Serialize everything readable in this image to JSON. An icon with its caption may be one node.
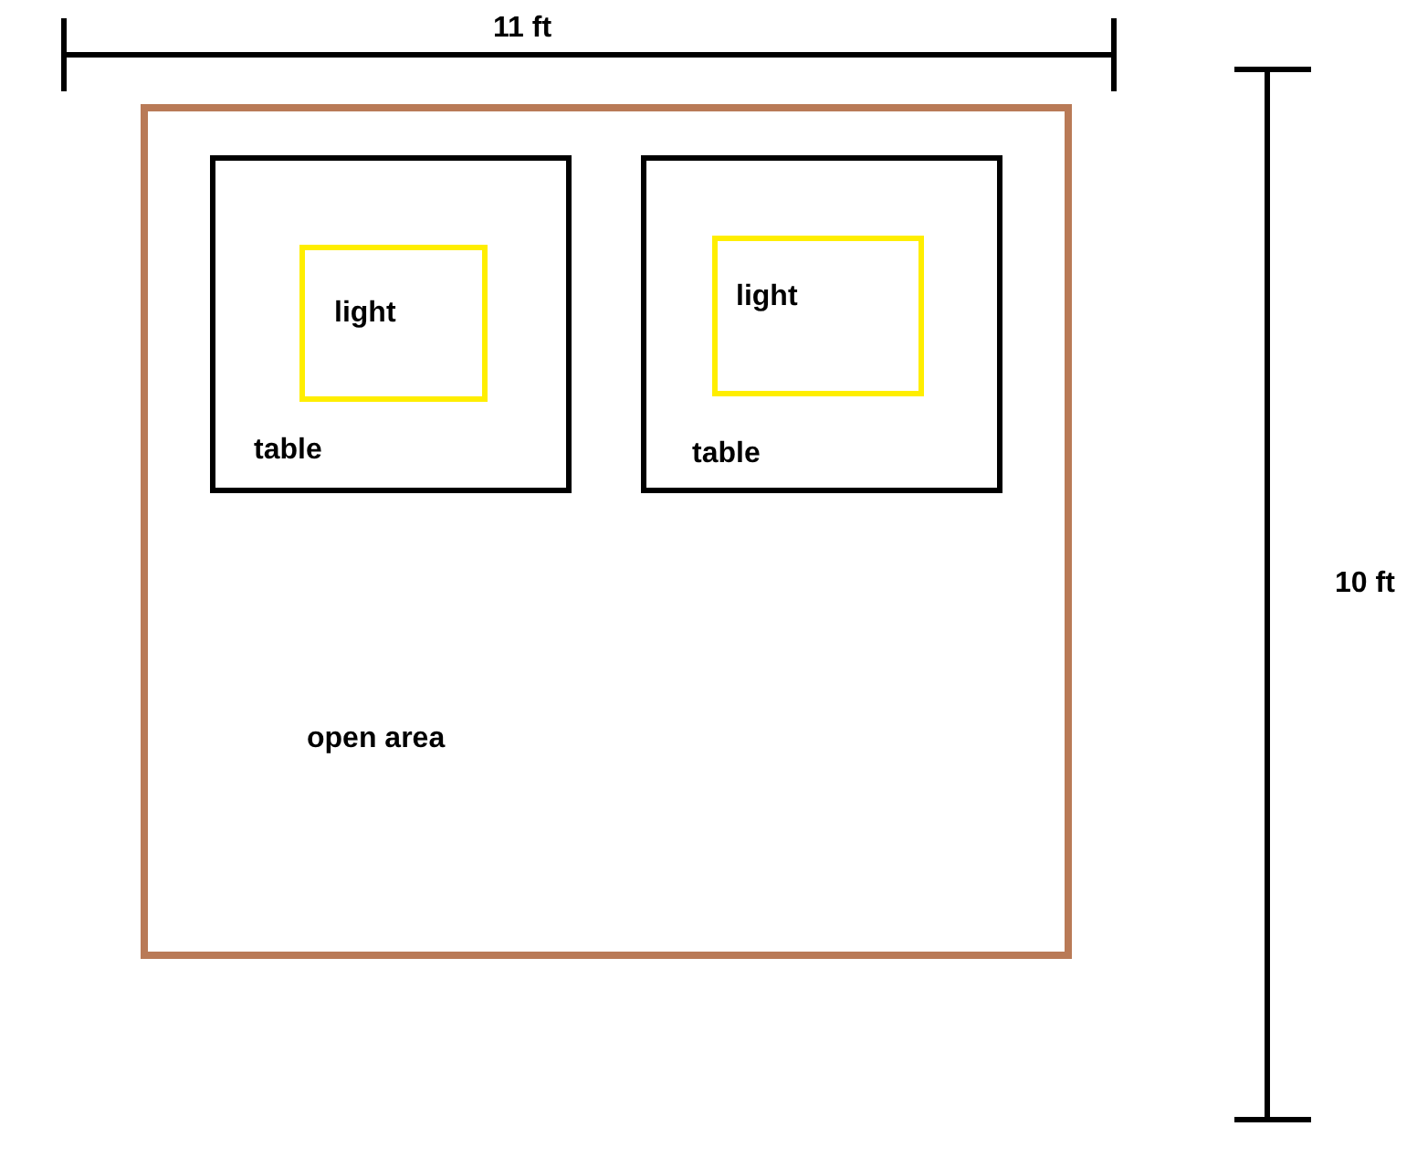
{
  "diagram": {
    "nodes": [
      {
        "text": [
          "open area"
        ]
      },
      {
        "text": [
          "table"
        ],
        "in": 0
      },
      {
        "text": [
          "light"
        ],
        "in": 1
      },
      {
        "text": [
          "table"
        ],
        "in": 0
      },
      {
        "text": [
          "light"
        ],
        "in": 3
      }
    ],
    "labels": [
      "11 ft",
      "10 ft"
    ]
  }
}
